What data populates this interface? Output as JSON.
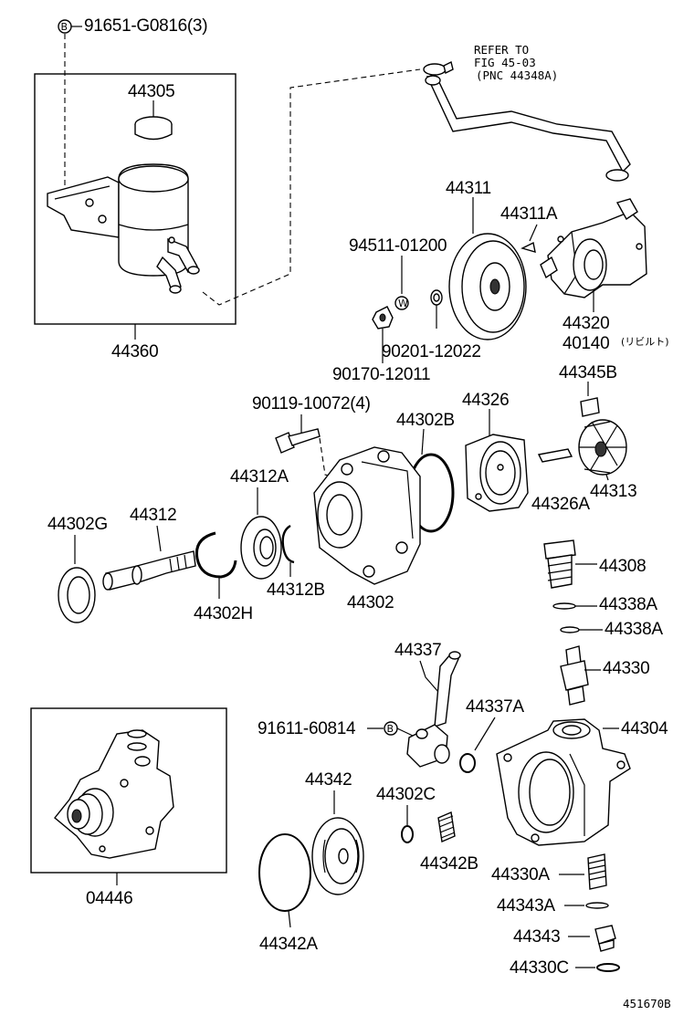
{
  "labels": {
    "p91651": "91651-G0816(3)",
    "p44305": "44305",
    "p44360": "44360",
    "refer1": "REFER TO",
    "refer2": "FIG 45-03",
    "refer3": "(PNC 44348A)",
    "p44311": "44311",
    "p44311A": "44311A",
    "p94511": "94511-01200",
    "p44320": "44320",
    "p40140": "40140",
    "p40140note": "(リビルト)",
    "p90201": "90201-12022",
    "p90170": "90170-12011",
    "p90119": "90119-10072(4)",
    "p44326": "44326",
    "p44345B": "44345B",
    "p44302B": "44302B",
    "p44312A": "44312A",
    "p44326A": "44326A",
    "p44313": "44313",
    "p44302G": "44302G",
    "p44312": "44312",
    "p44308": "44308",
    "p44312B": "44312B",
    "p44302": "44302",
    "p44302H": "44302H",
    "p44338A_1": "44338A",
    "p44338A_2": "44338A",
    "p44337": "44337",
    "p44330": "44330",
    "p44337A": "44337A",
    "p91611": "91611-60814",
    "p44304": "44304",
    "p44342": "44342",
    "p44302C": "44302C",
    "p44342B": "44342B",
    "p44330A": "44330A",
    "p04446": "04446",
    "p44343A": "44343A",
    "p44343": "44343",
    "p44342A": "44342A",
    "p44330C": "44330C",
    "figno": "451670B",
    "bmark1": "B",
    "bmark2": "B"
  }
}
